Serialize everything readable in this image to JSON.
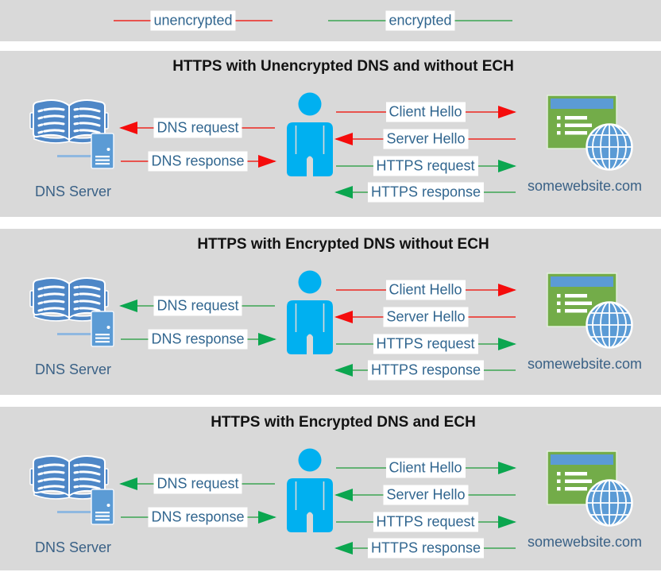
{
  "theme": {
    "page-bg": "#FFFFFF",
    "panel-bg": "#D9D9D9",
    "title-color": "#121212",
    "label-color": "#31668F",
    "label-bg": "#FFFFFF",
    "name-color": "#3A6186",
    "person-color": "#00B0F0",
    "book-color": "#4E87C7",
    "server-color": "#5B9BD5",
    "window-color": "#73AC49",
    "titlebar-color": "#5B9BD5",
    "globe-color": "#5B9BD5",
    "connector-color": "#8FB8E0"
  },
  "legend": {
    "items": [
      {
        "label": "unencrypted",
        "color": "#E8534E"
      },
      {
        "label": "encrypted",
        "color": "#63B274"
      }
    ]
  },
  "panels": [
    {
      "title": "HTTPS with Unencrypted DNS and without ECH",
      "dns_server_label": "DNS Server",
      "website_label": "somewebsite.com",
      "arrows": [
        {
          "id": "dns-request",
          "label": "DNS request",
          "dir": "left",
          "line_color": "#E8534E",
          "head_color": "#F50C0C"
        },
        {
          "id": "dns-response",
          "label": "DNS response",
          "dir": "right",
          "line_color": "#E8534E",
          "head_color": "#F50C0C"
        },
        {
          "id": "client-hello",
          "label": "Client Hello",
          "dir": "right",
          "line_color": "#E8534E",
          "head_color": "#F50C0C"
        },
        {
          "id": "server-hello",
          "label": "Server Hello",
          "dir": "left",
          "line_color": "#E8534E",
          "head_color": "#F50C0C"
        },
        {
          "id": "https-request",
          "label": "HTTPS request",
          "dir": "right",
          "line_color": "#63B274",
          "head_color": "#0BA64F"
        },
        {
          "id": "https-response",
          "label": "HTTPS response",
          "dir": "left",
          "line_color": "#63B274",
          "head_color": "#0BA64F"
        }
      ]
    },
    {
      "title": "HTTPS with Encrypted DNS without ECH",
      "dns_server_label": "DNS Server",
      "website_label": "somewebsite.com",
      "arrows": [
        {
          "id": "dns-request",
          "label": "DNS request",
          "dir": "left",
          "line_color": "#63B274",
          "head_color": "#0BA64F"
        },
        {
          "id": "dns-response",
          "label": "DNS response",
          "dir": "right",
          "line_color": "#63B274",
          "head_color": "#0BA64F"
        },
        {
          "id": "client-hello",
          "label": "Client Hello",
          "dir": "right",
          "line_color": "#E8534E",
          "head_color": "#F50C0C"
        },
        {
          "id": "server-hello",
          "label": "Server Hello",
          "dir": "left",
          "line_color": "#E8534E",
          "head_color": "#F50C0C"
        },
        {
          "id": "https-request",
          "label": "HTTPS request",
          "dir": "right",
          "line_color": "#63B274",
          "head_color": "#0BA64F"
        },
        {
          "id": "https-response",
          "label": "HTTPS response",
          "dir": "left",
          "line_color": "#63B274",
          "head_color": "#0BA64F"
        }
      ]
    },
    {
      "title": "HTTPS with Encrypted DNS and ECH",
      "dns_server_label": "DNS Server",
      "website_label": "somewebsite.com",
      "arrows": [
        {
          "id": "dns-request",
          "label": "DNS request",
          "dir": "left",
          "line_color": "#63B274",
          "head_color": "#0BA64F"
        },
        {
          "id": "dns-response",
          "label": "DNS response",
          "dir": "right",
          "line_color": "#63B274",
          "head_color": "#0BA64F"
        },
        {
          "id": "client-hello",
          "label": "Client Hello",
          "dir": "right",
          "line_color": "#63B274",
          "head_color": "#0BA64F"
        },
        {
          "id": "server-hello",
          "label": "Server Hello",
          "dir": "left",
          "line_color": "#63B274",
          "head_color": "#0BA64F"
        },
        {
          "id": "https-request",
          "label": "HTTPS request",
          "dir": "right",
          "line_color": "#63B274",
          "head_color": "#0BA64F"
        },
        {
          "id": "https-response",
          "label": "HTTPS response",
          "dir": "left",
          "line_color": "#63B274",
          "head_color": "#0BA64F"
        }
      ]
    }
  ]
}
